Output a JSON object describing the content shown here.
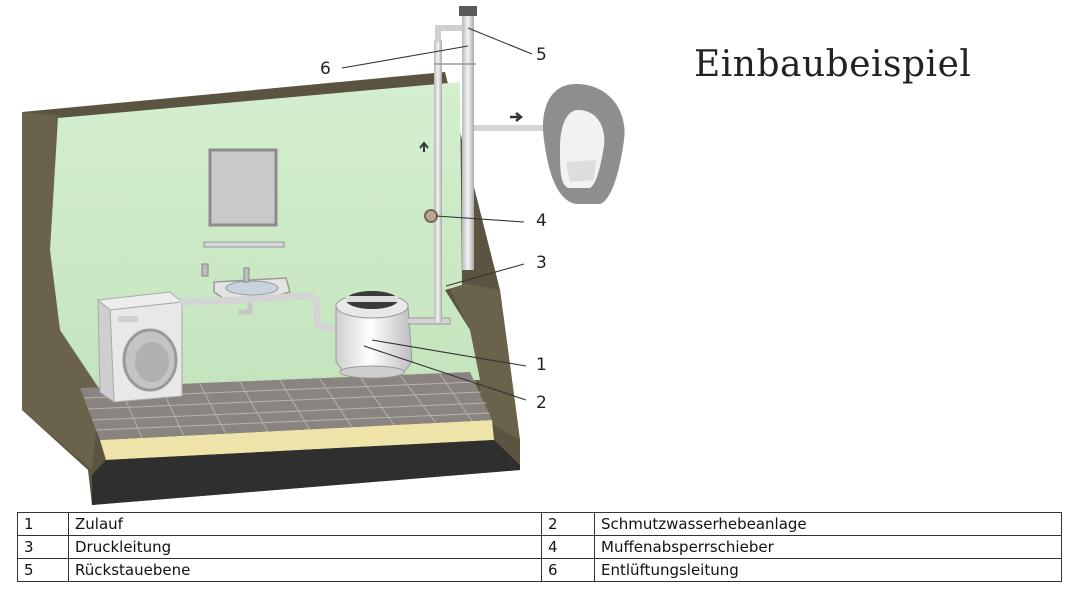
{
  "title": "Einbaubeispiel",
  "callouts": [
    "6",
    "5",
    "4",
    "3",
    "1",
    "2"
  ],
  "legend": [
    [
      {
        "num": "1",
        "label": "Zulauf"
      },
      {
        "num": "2",
        "label": "Schmutzwasserhebeanlage"
      }
    ],
    [
      {
        "num": "3",
        "label": "Druckleitung"
      },
      {
        "num": "4",
        "label": "Muffenabsperrschieber"
      }
    ],
    [
      {
        "num": "5",
        "label": "Rückstauebene"
      },
      {
        "num": "6",
        "label": "Entlüftungsleitung"
      }
    ]
  ],
  "colors": {
    "wall": "#cfecc9",
    "earth": "#5a5440",
    "floor_tile": "#8a8480",
    "foundation": "#eee3a8",
    "pipe": "#dcdcdc"
  }
}
